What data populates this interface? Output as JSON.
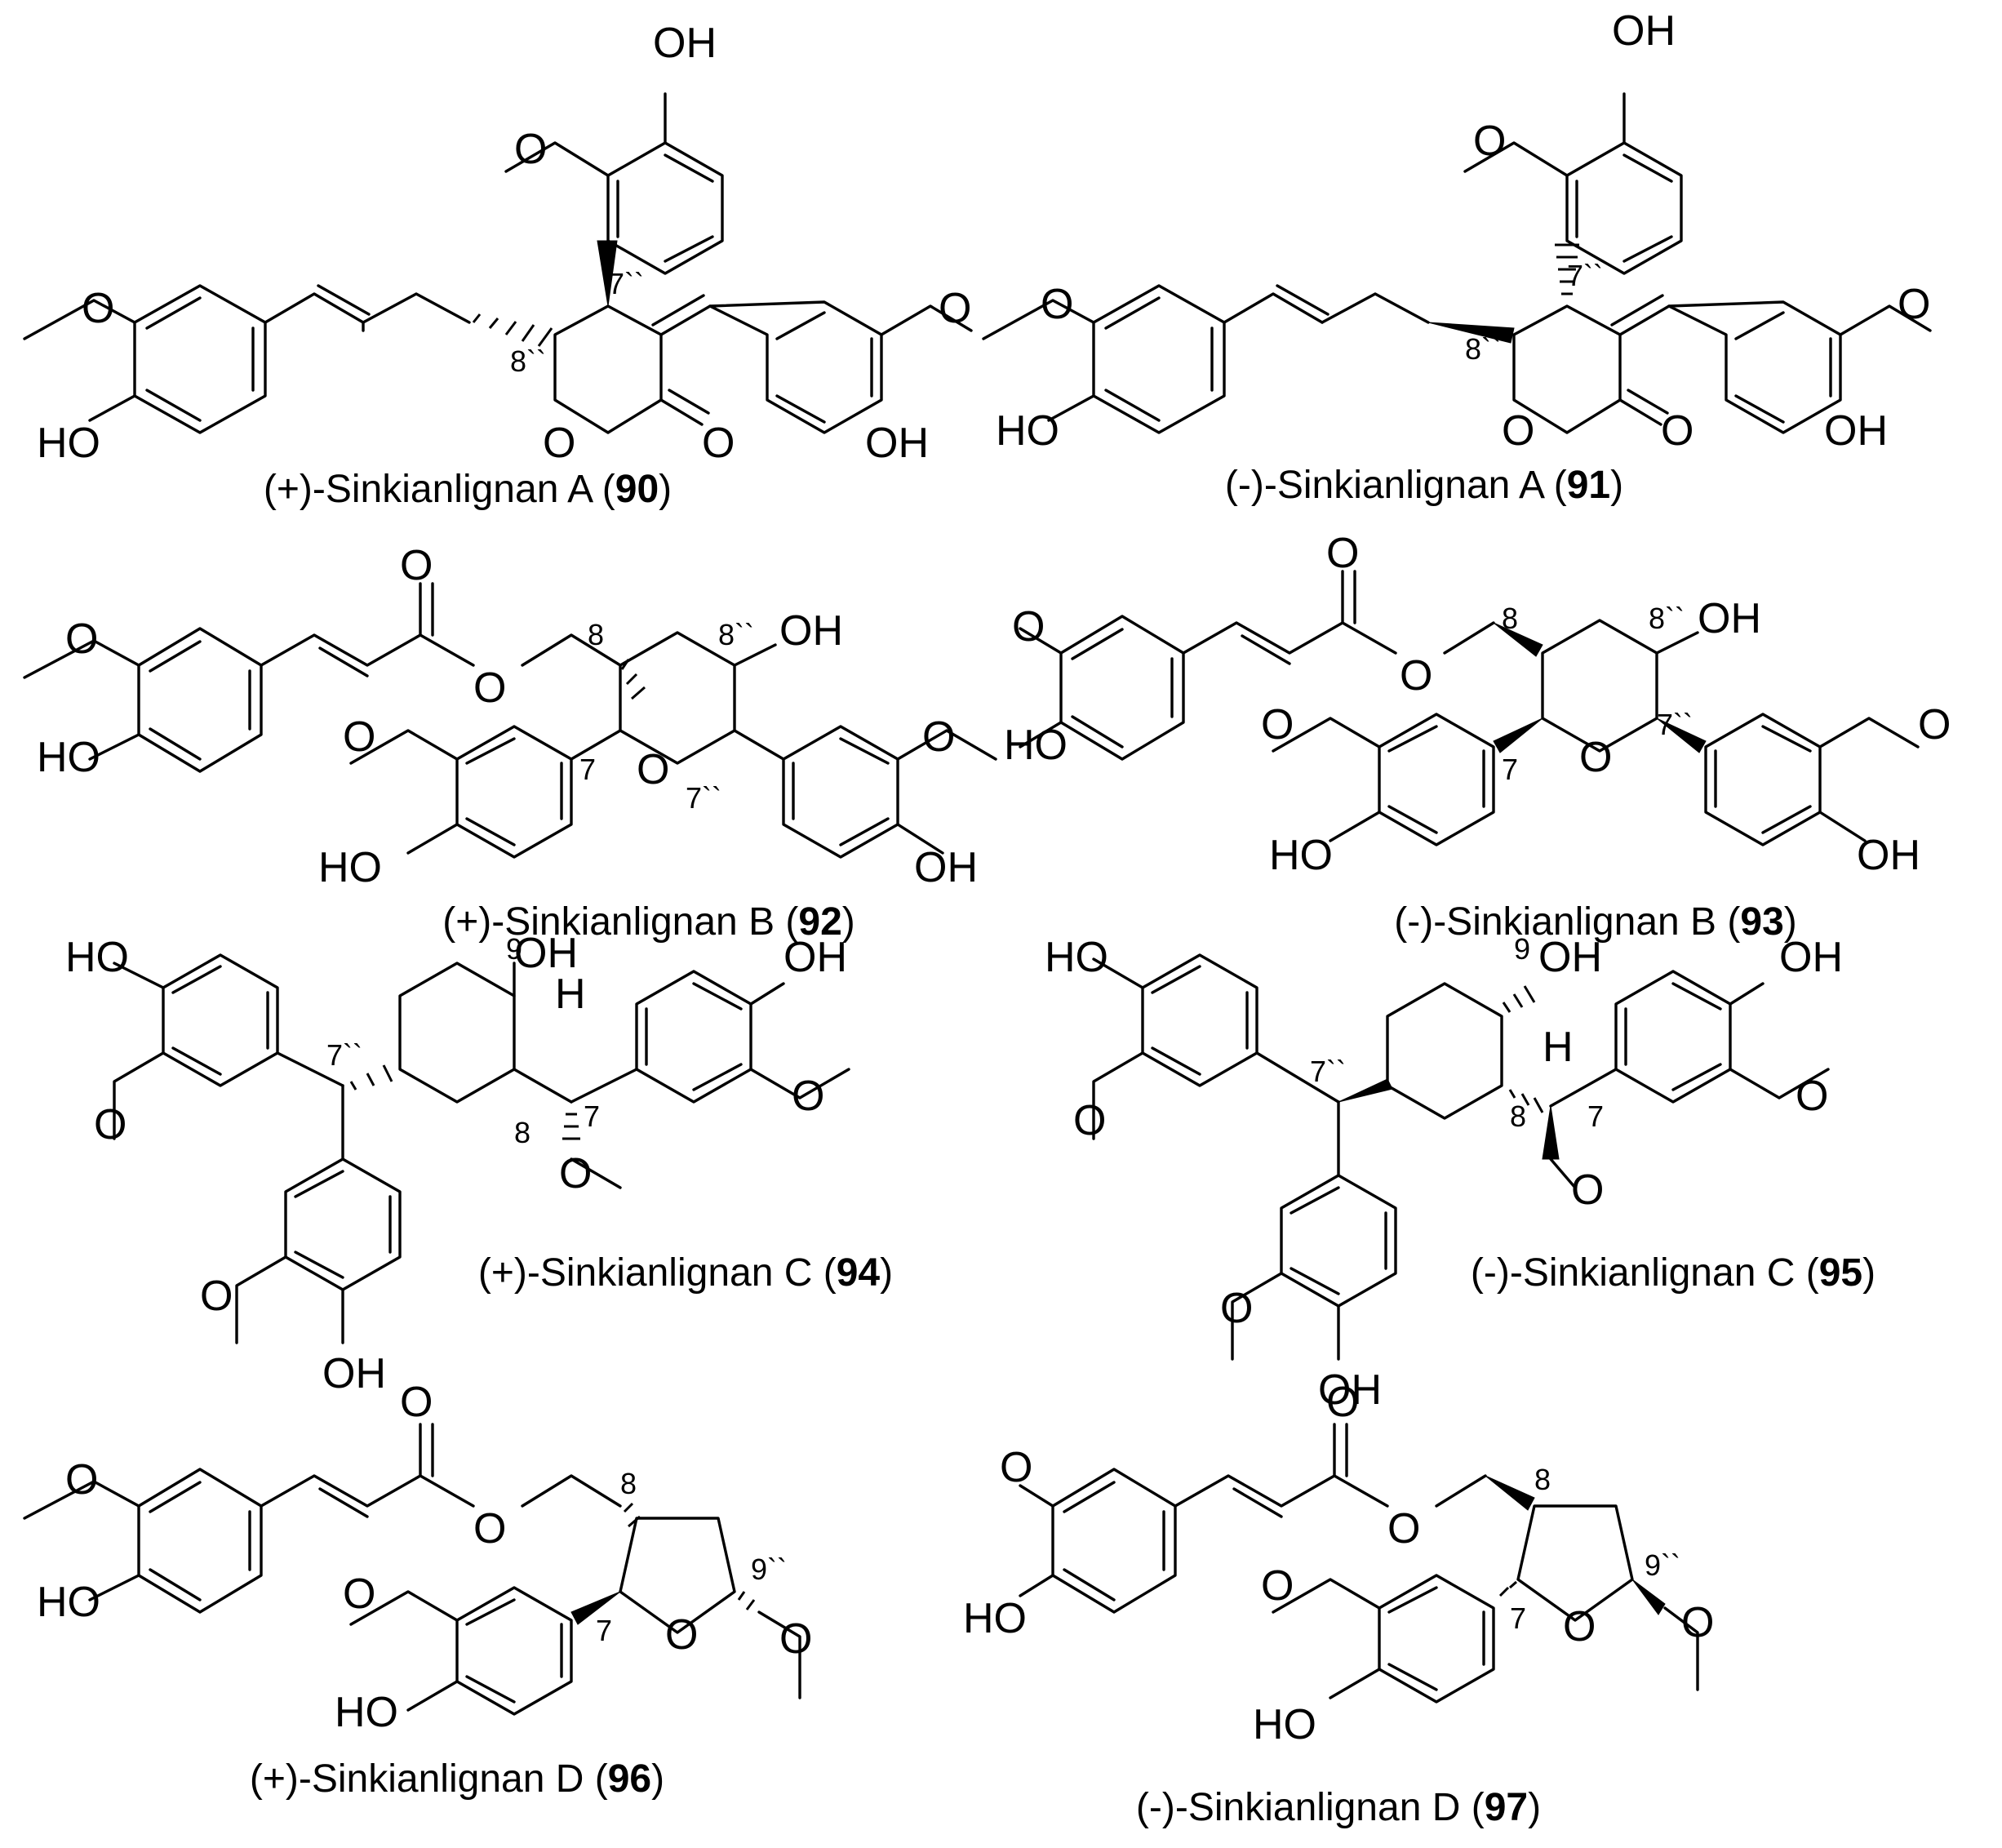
{
  "figure": {
    "compounds": [
      {
        "id": "90",
        "name_prefix": "(+)-Sinkianlignan A (",
        "number": "90",
        "name_suffix": ")"
      },
      {
        "id": "91",
        "name_prefix": "(-)-Sinkianlignan A (",
        "number": "91",
        "name_suffix": ")"
      },
      {
        "id": "92",
        "name_prefix": "(+)-Sinkianlignan B (",
        "number": "92",
        "name_suffix": ")"
      },
      {
        "id": "93",
        "name_prefix": "(-)-Sinkianlignan B (",
        "number": "93",
        "name_suffix": ")"
      },
      {
        "id": "94",
        "name_prefix": "(+)-Sinkianlignan C (",
        "number": "94",
        "name_suffix": ")"
      },
      {
        "id": "95",
        "name_prefix": "(-)-Sinkianlignan C (",
        "number": "95",
        "name_suffix": ")"
      },
      {
        "id": "96",
        "name_prefix": "(+)-Sinkianlignan D (",
        "number": "96",
        "name_suffix": ")"
      },
      {
        "id": "97",
        "name_prefix": "(-)-Sinkianlignan D (",
        "number": "97",
        "name_suffix": ")"
      }
    ],
    "atoms": {
      "oh": "OH",
      "ho": "HO",
      "o": "O",
      "h": "H"
    },
    "locants": {
      "c7": "7",
      "c8": "8",
      "c9": "9",
      "c7pp": "7``",
      "c8pp": "8``",
      "c9pp": "9``"
    }
  }
}
